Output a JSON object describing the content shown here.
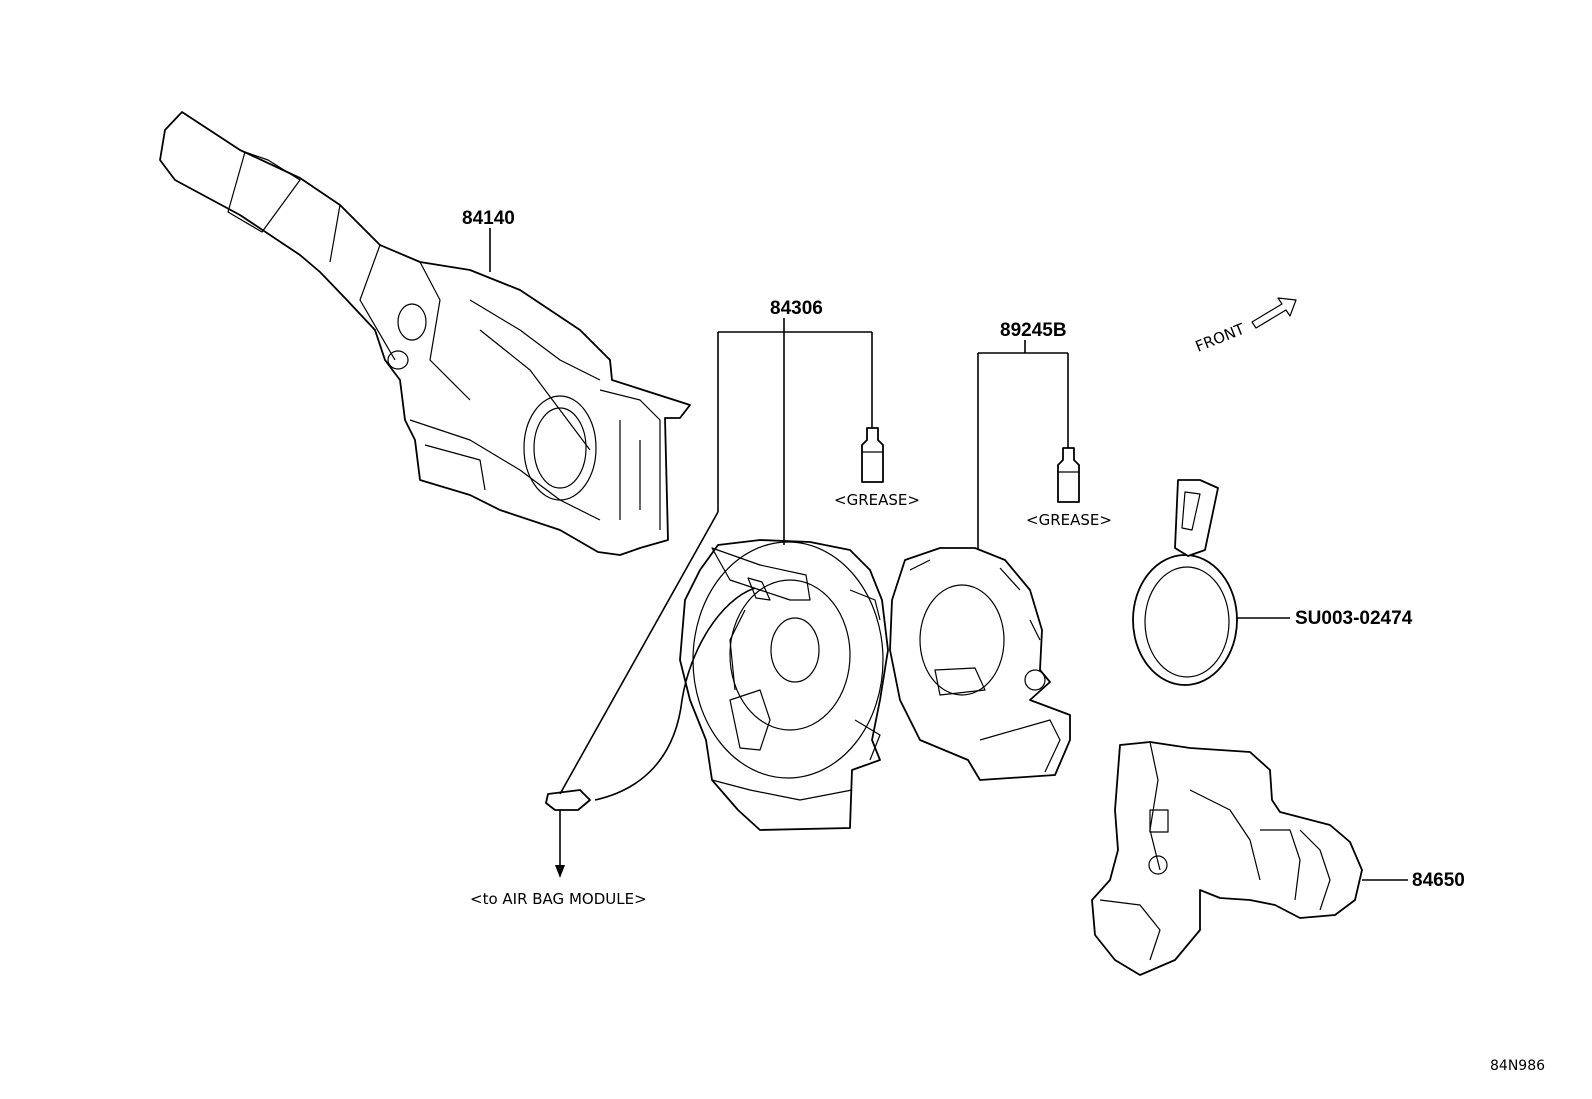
{
  "parts": {
    "turn_signal_switch": "84140",
    "spiral_cable": "84306",
    "spiral_cable_sub": "89245B",
    "seal_ring": "SU003-02474",
    "wiper_switch": "84650"
  },
  "notes": {
    "grease_1": "<GREASE>",
    "grease_2": "<GREASE>",
    "air_bag": "<to AIR BAG MODULE>",
    "front": "FRONT"
  },
  "diagram_code": "84N986"
}
